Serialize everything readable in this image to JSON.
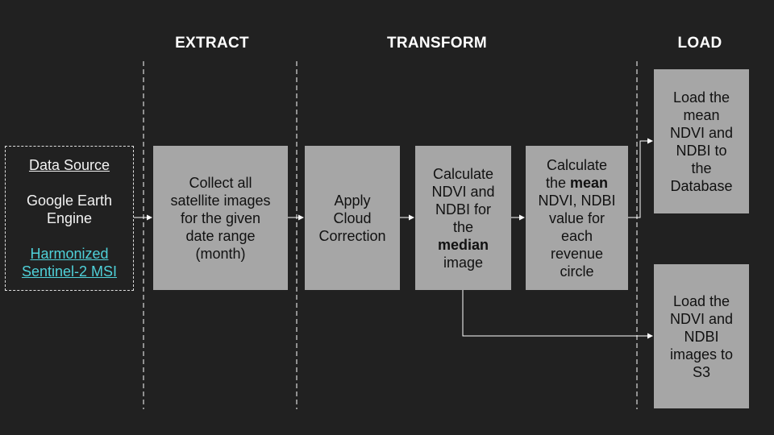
{
  "headers": {
    "extract": "EXTRACT",
    "transform": "TRANSFORM",
    "load": "LOAD"
  },
  "source": {
    "title": "Data Source",
    "engine_line1": "Google Earth",
    "engine_line2": "Engine",
    "link_line1": "Harmonized",
    "link_line2": "Sentinel-2 MSI"
  },
  "collect": {
    "line1": "Collect all",
    "line2": "satellite images",
    "line3": "for the given",
    "line4": "date range",
    "line5": "(month)"
  },
  "cloud": {
    "line1": "Apply",
    "line2": "Cloud",
    "line3": "Correction"
  },
  "median": {
    "line1": "Calculate",
    "line2": "NDVI and",
    "line3": "NDBI for",
    "line4": "the",
    "bold": "median",
    "line5": "image"
  },
  "mean": {
    "line1": "Calculate",
    "pre_bold": "the ",
    "bold": "mean",
    "line2": "NDVI, NDBI",
    "line3": "value for",
    "line4": "each",
    "line5": "revenue",
    "line6": "circle"
  },
  "load_db": {
    "line1": "Load the",
    "line2": "mean",
    "line3": "NDVI and",
    "line4": "NDBI to",
    "line5": "the",
    "line6": "Database"
  },
  "load_s3": {
    "line1": "Load the",
    "line2": "NDVI and",
    "line3": "NDBI",
    "line4": "images to",
    "line5": "S3"
  },
  "colors": {
    "background": "#212121",
    "box": "#a6a6a6",
    "link": "#4fd1d9",
    "line": "#ffffff"
  }
}
